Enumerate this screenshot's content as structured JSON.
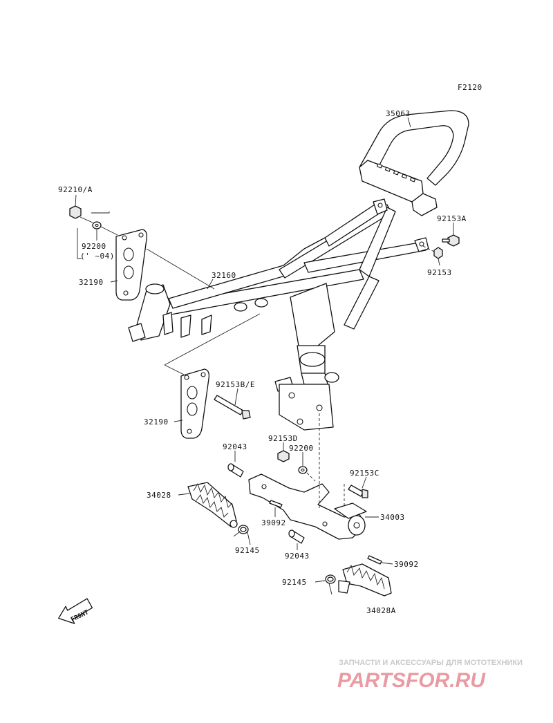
{
  "figure_code": "F2120",
  "parts": {
    "p35063": "35063",
    "p92210a": "92210/A",
    "p92200_top": "92200",
    "p92200_note": "(' ~04)",
    "p32160": "32160",
    "p32190_upper": "32190",
    "p92153a": "92153A",
    "p92153": "92153",
    "p92153be": "92153B/E",
    "p32190_lower": "32190",
    "p92043_upper": "92043",
    "p92153d": "92153D",
    "p92200_mid": "92200",
    "p92153c": "92153C",
    "p34028": "34028",
    "p34003": "34003",
    "p39092_left": "39092",
    "p92145_left": "92145",
    "p92043_lower": "92043",
    "p39092_right": "39092",
    "p92145_lower": "92145",
    "p34028a": "34028A"
  },
  "front_arrow_label": "FRONT",
  "watermark": {
    "tagline": "ЗАПЧАСТИ И АКСЕССУАРЫ ДЛЯ МОТОТЕХНИКИ",
    "brand": "PARTSFOR.RU"
  }
}
